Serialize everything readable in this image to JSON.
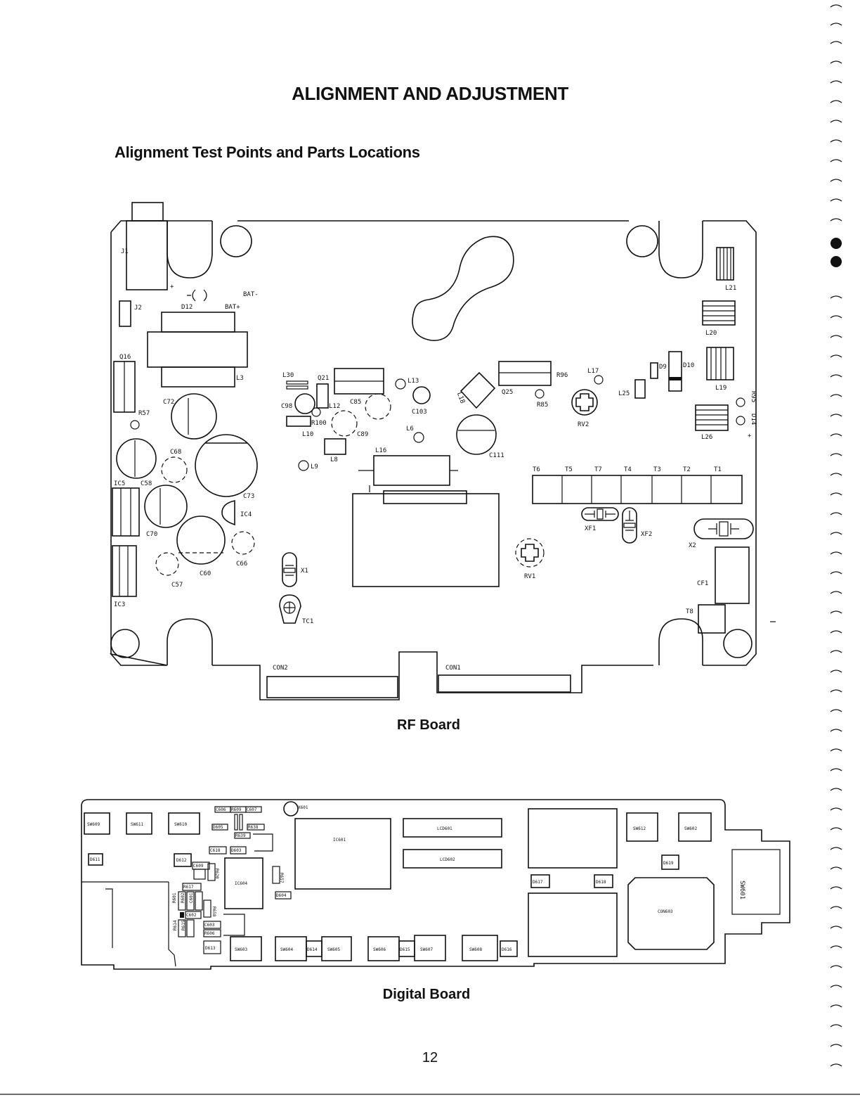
{
  "page": {
    "title": "ALIGNMENT AND ADJUSTMENT",
    "section_title": "Alignment Test Points and Parts Locations",
    "page_number": "12"
  },
  "rf_board": {
    "caption": "RF Board",
    "labels": {
      "j1": "J1",
      "j2": "J2",
      "plus": "+",
      "bat_minus": "BAT-",
      "bat_plus": "BAT+",
      "d12": "D12",
      "q16": "Q16",
      "l3": "L3",
      "r57": "R57",
      "c72": "C72",
      "c68": "C68",
      "c58": "C58",
      "ic5": "IC5",
      "c73": "C73",
      "ic4": "IC4",
      "c70": "C70",
      "c66": "C66",
      "c60": "C60",
      "c57": "C57",
      "ic3": "IC3",
      "l30": "L30",
      "q21": "Q21",
      "c98": "C98",
      "l12": "L12",
      "c85": "C85",
      "r100": "R100",
      "l10": "L10",
      "c89": "C89",
      "l8": "L8",
      "l9": "L9",
      "l13": "L13",
      "c103": "C103",
      "l6": "L6",
      "l16": "L16",
      "l18": "L18",
      "c111": "C111",
      "q25": "Q25",
      "r96": "R96",
      "l17": "L17",
      "r85": "R85",
      "rv2": "RV2",
      "l25": "L25",
      "d9": "D9",
      "d10": "D10",
      "l21": "L21",
      "l20": "L20",
      "l19": "L19",
      "r95": "R95",
      "d14": "D14",
      "l26": "L26",
      "t6": "T6",
      "t5": "T5",
      "t7": "T7",
      "t4": "T4",
      "t3": "T3",
      "t2": "T2",
      "t1": "T1",
      "xf1": "XF1",
      "xf2": "XF2",
      "x2": "X2",
      "x1": "X1",
      "rv1": "RV1",
      "cf1": "CF1",
      "t8": "T8",
      "tc1": "TC1",
      "con2": "CON2",
      "con1": "CON1"
    }
  },
  "digital_board": {
    "caption": "Digital Board",
    "labels": {
      "sw609": "SW609",
      "sw611": "SW611",
      "sw610": "SW610",
      "d611": "D611",
      "d612": "D612",
      "c606": "C606",
      "r609": "R609",
      "c607": "C607",
      "d605": "D605",
      "r638": "R638",
      "r639": "R639",
      "c618": "C618",
      "d603": "D603",
      "c609": "C609",
      "r620": "R620",
      "ic604": "IC604",
      "r657": "R657",
      "d604": "D604",
      "r617": "R617",
      "r601": "R601",
      "r602": "R602",
      "c601": "C601",
      "r658": "R658",
      "c602": "C602",
      "r614": "R614",
      "r615": "R615",
      "c603": "C603",
      "r606": "R606",
      "d613": "D613",
      "x601": "X601",
      "ic601": "IC601",
      "lcd601": "LCD601",
      "lcd602": "LCD602",
      "sw603": "SW603",
      "sw604": "SW604",
      "d614": "D614",
      "sw605": "SW605",
      "sw606": "SW606",
      "d615": "D615",
      "sw607": "SW607",
      "sw608": "SW608",
      "d616": "D616",
      "d617": "D617",
      "d618": "D618",
      "sw612": "SW612",
      "sw602": "SW602",
      "d619": "D619",
      "con603": "CON603",
      "sw601": "SW601"
    }
  }
}
